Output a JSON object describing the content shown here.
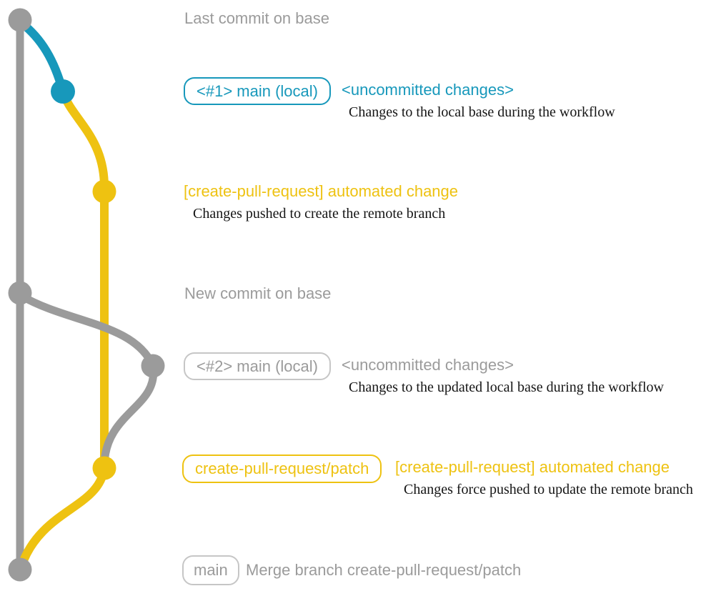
{
  "colors": {
    "base": "#9b9b9b",
    "base_border": "#c6c6c6",
    "blue": "#1798bb",
    "yellow": "#eec211",
    "ink": "#151515"
  },
  "graph": {
    "branches": [
      {
        "name": "base",
        "color": "#9b9b9b"
      },
      {
        "name": "main-local",
        "color": "#1798bb"
      },
      {
        "name": "create-pull-request-patch",
        "color": "#eec211"
      }
    ],
    "commit_dots": [
      {
        "name": "last-commit-on-base",
        "color": "#9b9b9b"
      },
      {
        "name": "local-commit-1",
        "color": "#1798bb"
      },
      {
        "name": "patch-commit-1",
        "color": "#eec211"
      },
      {
        "name": "new-commit-on-base",
        "color": "#9b9b9b"
      },
      {
        "name": "local-commit-2",
        "color": "#9b9b9b"
      },
      {
        "name": "patch-commit-2",
        "color": "#eec211"
      },
      {
        "name": "merge-commit",
        "color": "#9b9b9b"
      }
    ]
  },
  "sections": {
    "last_commit": {
      "label": "Last commit on base"
    },
    "local1": {
      "badge": "<#1> main (local)",
      "note": "<uncommitted changes>",
      "detail": "Changes to the local base during the workflow"
    },
    "push1": {
      "note": "[create-pull-request] automated change",
      "detail": "Changes pushed to create the remote branch"
    },
    "new_commit": {
      "label": "New commit on base"
    },
    "local2": {
      "badge": "<#2> main (local)",
      "note": "<uncommitted changes>",
      "detail": "Changes to the updated local base during the workflow"
    },
    "push2": {
      "badge": "create-pull-request/patch",
      "note": "[create-pull-request] automated change",
      "detail": "Changes force pushed to update the remote branch"
    },
    "merge": {
      "badge": "main",
      "label": "Merge branch create-pull-request/patch"
    }
  }
}
